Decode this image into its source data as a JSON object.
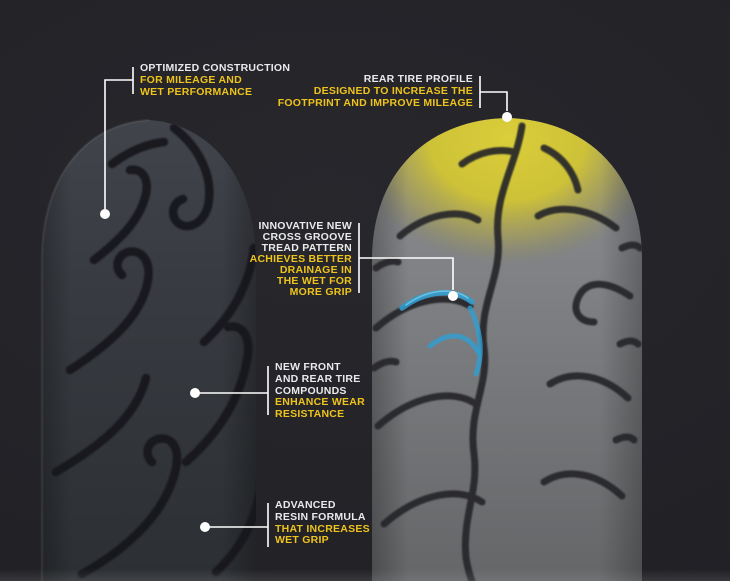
{
  "palette": {
    "background": "#232328",
    "text_primary": "#e9eaeb",
    "text_accent": "#eec41c",
    "connector": "#ffffff",
    "front_tire_body": "#383b41",
    "front_tire_groove": "#17191d",
    "rear_tire_body": "#7d7f82",
    "rear_tire_groove": "#26282b",
    "crown_highlight": "#d2c636",
    "groove_highlight_blue": "#2f9fd2"
  },
  "callouts": [
    {
      "id": "optimized-construction",
      "white_lines": [
        "OPTIMIZED CONSTRUCTION"
      ],
      "yellow_lines": [
        "FOR MILEAGE AND",
        "WET PERFORMANCE"
      ]
    },
    {
      "id": "rear-tire-profile",
      "white_lines": [
        "REAR TIRE PROFILE"
      ],
      "yellow_lines": [
        "DESIGNED TO INCREASE THE",
        "FOOTPRINT AND IMPROVE MILEAGE"
      ]
    },
    {
      "id": "cross-groove-tread",
      "white_lines": [
        "INNOVATIVE NEW",
        "CROSS GROOVE",
        "TREAD PATTERN"
      ],
      "yellow_lines": [
        "ACHIEVES BETTER",
        "DRAINAGE IN",
        "THE WET FOR",
        "MORE GRIP"
      ]
    },
    {
      "id": "tire-compounds",
      "white_lines": [
        "NEW FRONT",
        "AND REAR TIRE",
        "COMPOUNDS"
      ],
      "yellow_lines": [
        "ENHANCE WEAR",
        "RESISTANCE"
      ]
    },
    {
      "id": "resin-formula",
      "white_lines": [
        "ADVANCED",
        "RESIN FORMULA"
      ],
      "yellow_lines": [
        "THAT INCREASES",
        "WET GRIP"
      ]
    }
  ]
}
